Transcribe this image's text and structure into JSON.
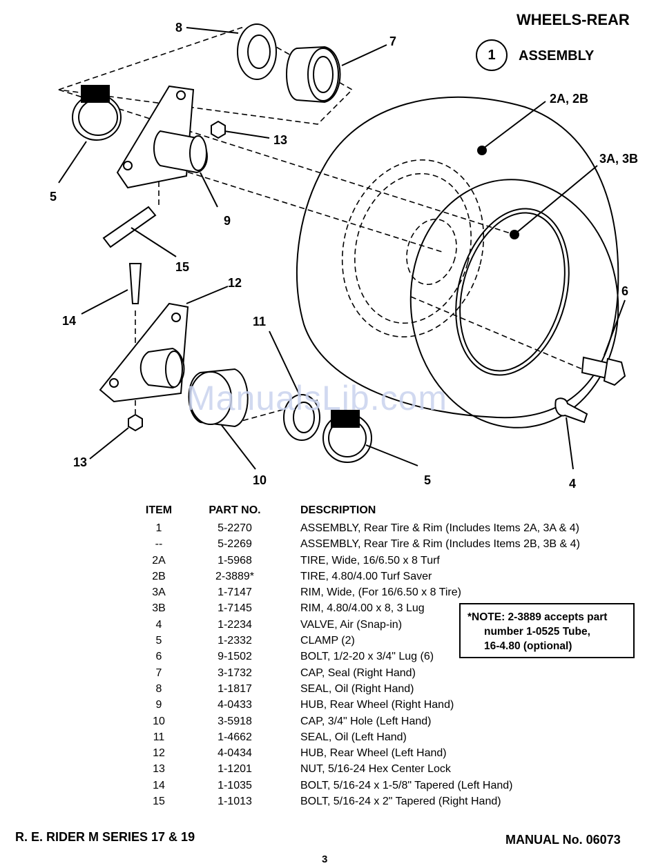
{
  "header": {
    "title": "WHEELS-REAR",
    "assembly_number": "1",
    "assembly_label": "ASSEMBLY"
  },
  "callouts": {
    "c8": "8",
    "c7": "7",
    "c2A2B": "2A, 2B",
    "c13a": "13",
    "c3A3B": "3A, 3B",
    "c5a": "5",
    "c9": "9",
    "c15": "15",
    "c12": "12",
    "c14": "14",
    "c6": "6",
    "c11": "11",
    "c13b": "13",
    "c10": "10",
    "c5b": "5",
    "c4": "4"
  },
  "watermark": "ManualsLib.com",
  "table": {
    "headers": {
      "item": "ITEM",
      "part_no": "PART NO.",
      "description": "DESCRIPTION"
    },
    "rows": [
      {
        "item": "1",
        "part_no": "5-2270",
        "description": "ASSEMBLY, Rear Tire & Rim (Includes Items 2A, 3A & 4)"
      },
      {
        "item": "--",
        "part_no": "5-2269",
        "description": "ASSEMBLY, Rear Tire & Rim (Includes Items 2B, 3B & 4)"
      },
      {
        "item": "2A",
        "part_no": "1-5968",
        "description": "TIRE, Wide, 16/6.50 x 8 Turf"
      },
      {
        "item": "2B",
        "part_no": "2-3889*",
        "description": "TIRE, 4.80/4.00 Turf Saver"
      },
      {
        "item": "3A",
        "part_no": "1-7147",
        "description": "RIM, Wide, (For 16/6.50 x 8 Tire)"
      },
      {
        "item": "3B",
        "part_no": "1-7145",
        "description": "RIM, 4.80/4.00 x 8, 3 Lug"
      },
      {
        "item": "4",
        "part_no": "1-2234",
        "description": "VALVE, Air (Snap-in)"
      },
      {
        "item": "5",
        "part_no": "1-2332",
        "description": "CLAMP (2)"
      },
      {
        "item": "6",
        "part_no": "9-1502",
        "description": "BOLT, 1/2-20 x 3/4\" Lug (6)"
      },
      {
        "item": "7",
        "part_no": "3-1732",
        "description": "CAP, Seal (Right Hand)"
      },
      {
        "item": "8",
        "part_no": "1-1817",
        "description": "SEAL, Oil (Right Hand)"
      },
      {
        "item": "9",
        "part_no": "4-0433",
        "description": "HUB, Rear Wheel (Right Hand)"
      },
      {
        "item": "10",
        "part_no": "3-5918",
        "description": "CAP, 3/4\" Hole (Left Hand)"
      },
      {
        "item": "11",
        "part_no": "1-4662",
        "description": "SEAL, Oil (Left Hand)"
      },
      {
        "item": "12",
        "part_no": "4-0434",
        "description": "HUB, Rear Wheel (Left Hand)"
      },
      {
        "item": "13",
        "part_no": "1-1201",
        "description": "NUT, 5/16-24 Hex Center Lock"
      },
      {
        "item": "14",
        "part_no": "1-1035",
        "description": "BOLT, 5/16-24 x 1-5/8\" Tapered (Left Hand)"
      },
      {
        "item": "15",
        "part_no": "1-1013",
        "description": "BOLT, 5/16-24 x 2\" Tapered (Right Hand)"
      }
    ]
  },
  "note": {
    "line1": "*NOTE: 2-3889 accepts part",
    "line2": "number 1-0525 Tube,",
    "line3": "16-4.80 (optional)"
  },
  "footer": {
    "left": "R. E. RIDER M SERIES 17 & 19",
    "right": "MANUAL No. 06073",
    "page": "3"
  }
}
